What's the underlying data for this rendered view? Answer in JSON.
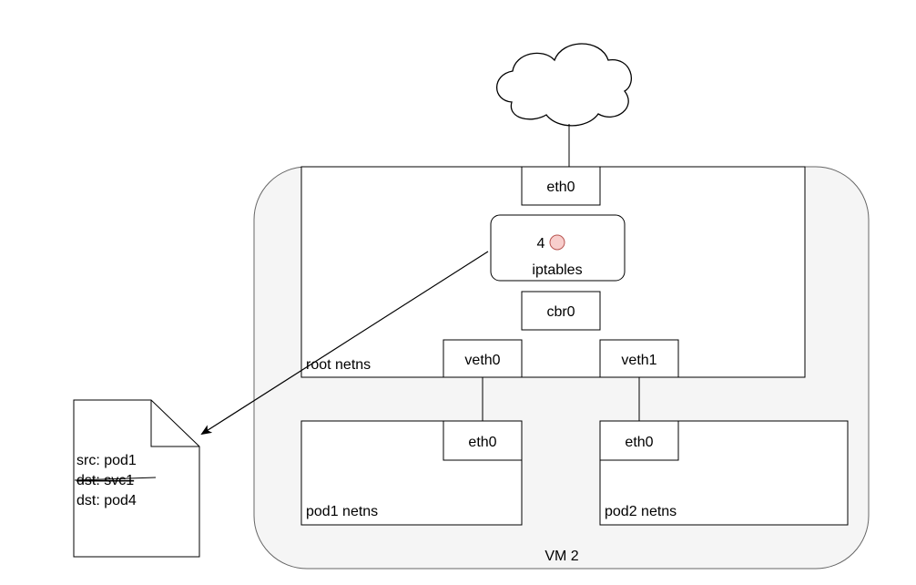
{
  "vm": {
    "label": "VM 2"
  },
  "root_netns": {
    "label": "root netns"
  },
  "interfaces": {
    "root_eth0": "eth0",
    "cbr0": "cbr0",
    "veth0": "veth0",
    "veth1": "veth1",
    "pod1_eth0": "eth0",
    "pod2_eth0": "eth0"
  },
  "iptables": {
    "step_number": "4",
    "label": "iptables"
  },
  "pods": {
    "pod1": "pod1 netns",
    "pod2": "pod2 netns"
  },
  "packet": {
    "src": "src: pod1",
    "dst_old": "dst: svc1",
    "dst_new": "dst: pod4"
  },
  "colors": {
    "vm_fill": "#f5f5f5",
    "vm_stroke": "#666666",
    "step_fill": "#f8cecc",
    "step_stroke": "#b85450"
  }
}
